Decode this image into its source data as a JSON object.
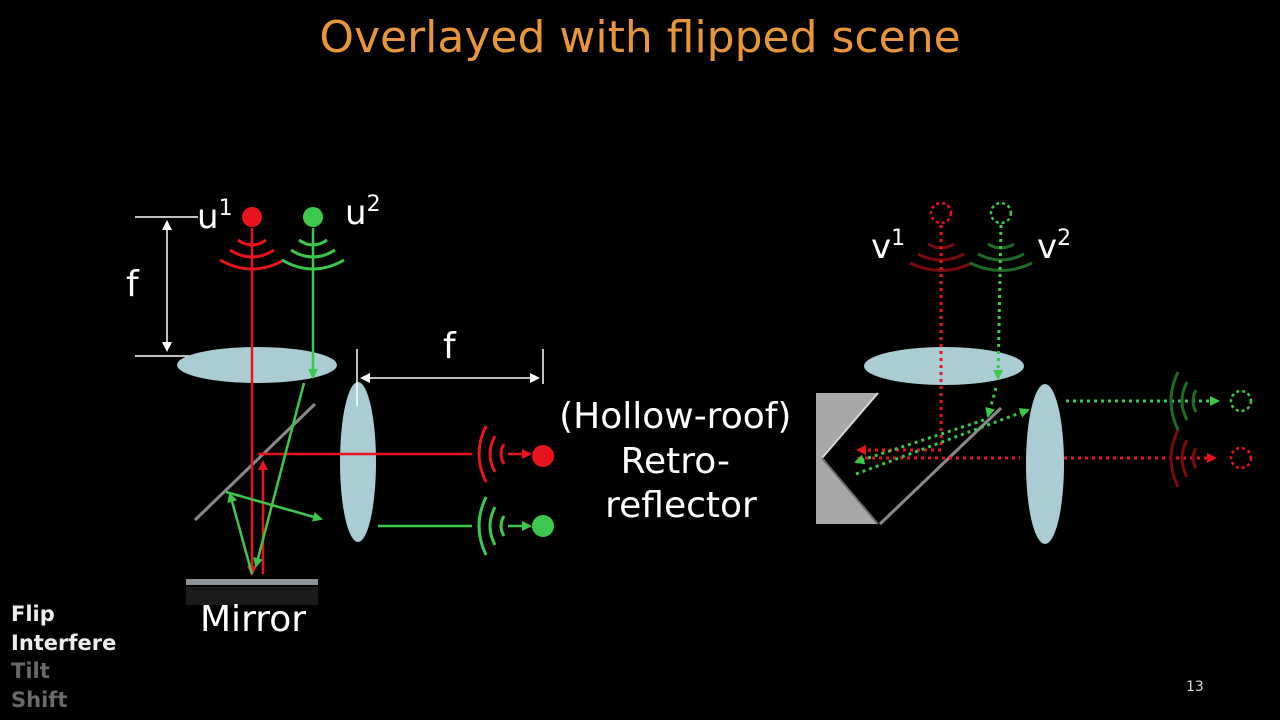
{
  "title": "Overlayed with flipped scene",
  "labels": {
    "u1": "u",
    "u1_sup": "1",
    "u2": "u",
    "u2_sup": "2",
    "v1": "v",
    "v1_sup": "1",
    "v2": "v",
    "v2_sup": "2",
    "f_vertical": "f",
    "f_horizontal": "f",
    "mirror": "Mirror",
    "retro_line1": "(Hollow-roof)",
    "retro_line2": "Retro-",
    "retro_line3": "reflector"
  },
  "nav": {
    "items": [
      "Flip",
      "Interfere",
      "Tilt",
      "Shift"
    ]
  },
  "page_number": "13",
  "colors": {
    "title": "#e8963a",
    "red": "#e8141c",
    "green": "#3cc84a",
    "lens": "#a9cdd3",
    "mirror": "#8c9499",
    "beam_splitter": "#8a8a8a"
  }
}
